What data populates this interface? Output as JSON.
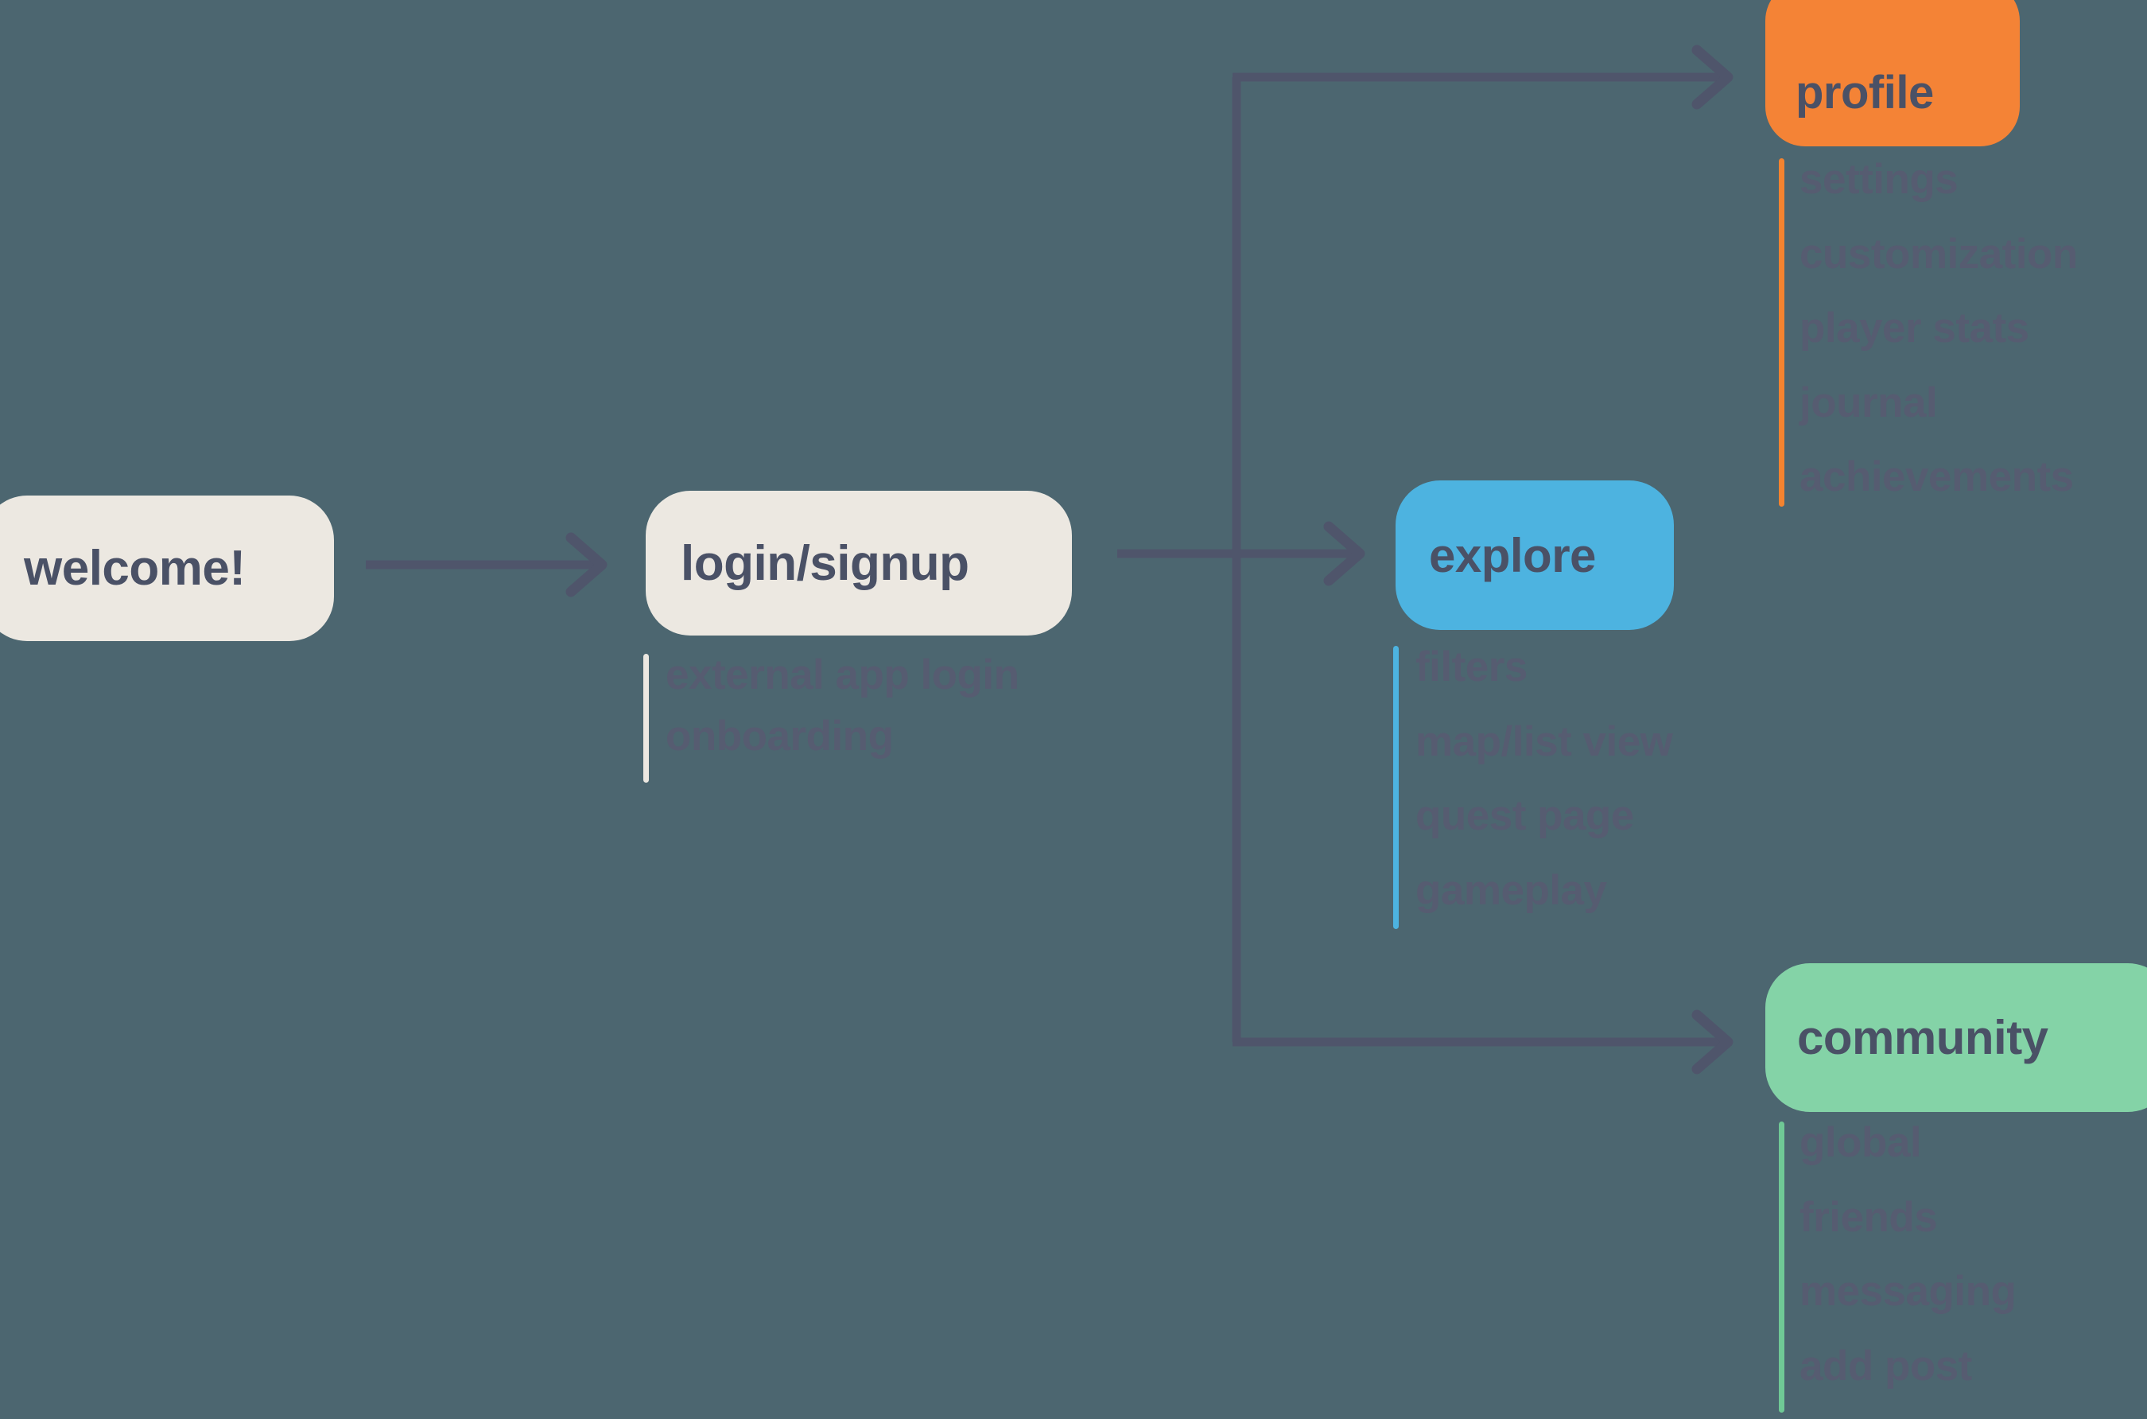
{
  "canvas": {
    "background_color": "#4c6670",
    "connector_color": "#4f556b"
  },
  "diagram": {
    "type": "app-flow-map",
    "nodes": [
      {
        "id": "welcome",
        "label": "welcome!",
        "fill_color": "#ece8e1",
        "text_color": "#4a5166",
        "sub_items": []
      },
      {
        "id": "login",
        "label": "login/signup",
        "fill_color": "#ece8e1",
        "text_color": "#4a5166",
        "rule_color": "#ece8e1",
        "sub_items": [
          "external app login",
          "onboarding"
        ]
      },
      {
        "id": "explore",
        "label": "explore",
        "fill_color": "#4db3e0",
        "text_color": "#4a5166",
        "rule_color": "#4db3e0",
        "sub_items": [
          "filters",
          "map/list view",
          "quest page",
          "gameplay"
        ]
      },
      {
        "id": "profile",
        "label": "profile",
        "fill_color": "#f48336",
        "text_color": "#4a5166",
        "rule_color": "#f4832f",
        "sub_items": [
          "settings",
          "customization",
          "player stats",
          "journal",
          "achievements"
        ]
      },
      {
        "id": "community",
        "label": "community",
        "fill_color": "#84d3a7",
        "text_color": "#4a5166",
        "rule_color": "#6fc995",
        "sub_items": [
          "global",
          "friends",
          "messaging",
          "add post"
        ]
      }
    ],
    "edges": [
      {
        "from": "welcome",
        "to": "login",
        "style": "straight-arrow"
      },
      {
        "from": "login",
        "to": "explore",
        "style": "straight-arrow"
      },
      {
        "from": "login",
        "to": "profile",
        "style": "elbow-arrow"
      },
      {
        "from": "login",
        "to": "community",
        "style": "elbow-arrow"
      }
    ]
  }
}
